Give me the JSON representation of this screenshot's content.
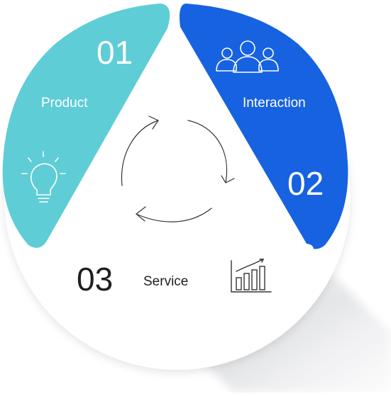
{
  "segments": [
    {
      "id": "product",
      "number": "01",
      "label": "Product",
      "icon": "lightbulb-icon",
      "color": "#5ecdd6"
    },
    {
      "id": "interaction",
      "number": "02",
      "label": "Interaction",
      "icon": "people-group-icon",
      "color": "#1762e0"
    },
    {
      "id": "service",
      "number": "03",
      "label": "Service",
      "icon": "bar-chart-icon",
      "color": "#ffffff"
    }
  ],
  "center_icon": "cycle-arrows-icon",
  "colors": {
    "shadow": "#d9dadd",
    "text_dark": "#1f1f1f",
    "text_light": "#ffffff",
    "stroke": "#333333"
  }
}
